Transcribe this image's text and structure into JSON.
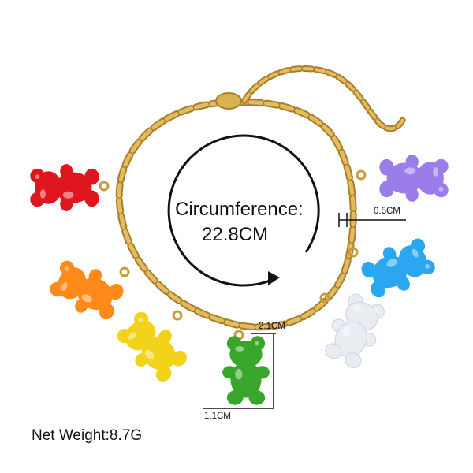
{
  "circumference_label": "Circumference:",
  "circumference_value": "22.8CM",
  "dimension_width_chain": "0.5CM",
  "dimension_height_charm": "2.1CM",
  "dimension_width_charm": "1.1CM",
  "net_weight": "Net Weight:8.7G",
  "colors": {
    "chain_gold": "#d4a94a",
    "chain_shadow": "#a87f28",
    "bear_red": "#e0161e",
    "bear_orange": "#ff8a1a",
    "bear_yellow": "#f3d21a",
    "bear_green": "#37a62a",
    "bear_white": "#e9edf2",
    "bear_blue": "#2aa7f0",
    "bear_purple": "#9a7de8"
  }
}
